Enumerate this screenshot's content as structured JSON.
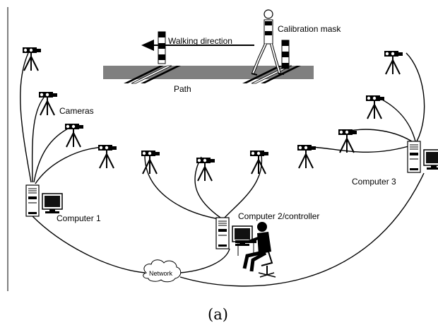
{
  "labels": {
    "walking_direction": "Walking direction",
    "calibration_mask": "Calibration mask",
    "path": "Path",
    "cameras": "Cameras",
    "computer_1": "Computer 1",
    "computer_2": "Computer 2/controller",
    "computer_3": "Computer 3",
    "network": "Network",
    "caption": "(a)"
  },
  "icons": {
    "camera": "camera-tripod-icon",
    "computer": "computer-tower-monitor-icon",
    "person": "walking-person-icon",
    "operator": "seated-operator-icon",
    "cloud": "network-cloud-icon",
    "arrow": "walking-direction-arrow-icon"
  }
}
